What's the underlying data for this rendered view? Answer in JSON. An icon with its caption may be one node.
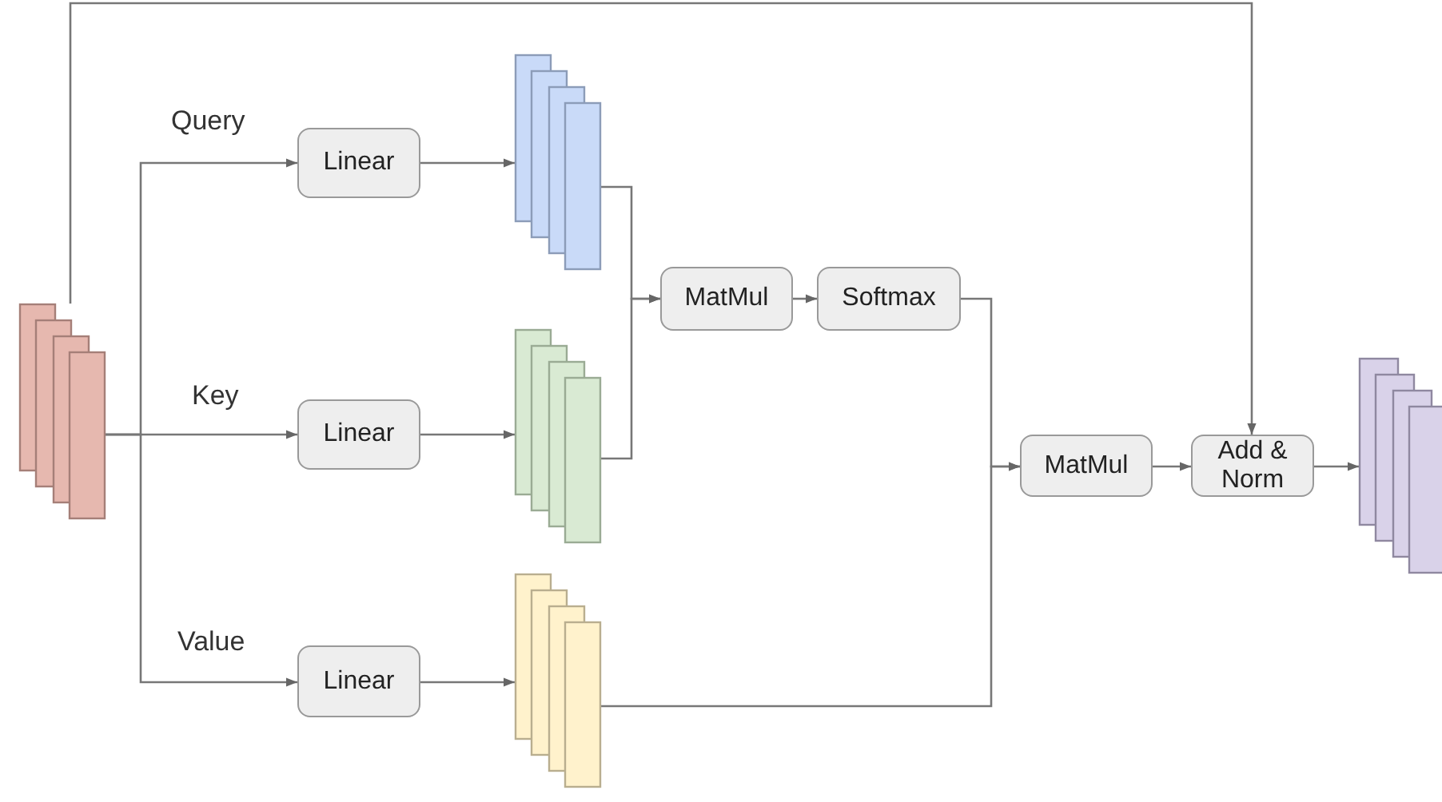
{
  "diagram": {
    "nodes": [
      {
        "text": [],
        "shape": "box"
      },
      {
        "text": [
          "Linear"
        ]
      },
      {
        "text": [
          "Linear"
        ]
      },
      {
        "text": [
          "Linear"
        ]
      },
      {
        "text": [],
        "shape": "box"
      },
      {
        "text": [],
        "shape": "box"
      },
      {
        "text": [],
        "shape": "box"
      },
      {
        "text": [
          "MatMul"
        ]
      },
      {
        "text": [
          "Softmax"
        ]
      },
      {
        "text": [
          "MatMul"
        ]
      },
      {
        "text": [
          "Add & Norm"
        ]
      },
      {
        "text": [],
        "shape": "box"
      }
    ],
    "edges": [
      {
        "from": 0,
        "to": 1,
        "arrow": "to",
        "label": "Query"
      },
      {
        "from": 0,
        "to": 2,
        "arrow": "to",
        "label": "Key"
      },
      {
        "from": 0,
        "to": 3,
        "arrow": "to",
        "label": "Value"
      },
      {
        "from": 1,
        "to": 4,
        "arrow": "to"
      },
      {
        "from": 2,
        "to": 5,
        "arrow": "to"
      },
      {
        "from": 3,
        "to": 6,
        "arrow": "to"
      },
      {
        "from": 4,
        "to": 7,
        "arrow": "to"
      },
      {
        "from": 5,
        "to": 7,
        "arrow": "to"
      },
      {
        "from": 7,
        "to": 8,
        "arrow": "to"
      },
      {
        "from": 8,
        "to": 9,
        "arrow": "to"
      },
      {
        "from": 6,
        "to": 9,
        "arrow": "to"
      },
      {
        "from": 9,
        "to": 10,
        "arrow": "to"
      },
      {
        "from": 0,
        "to": 10,
        "arrow": "to"
      },
      {
        "from": 10,
        "to": 11,
        "arrow": "to"
      }
    ]
  }
}
